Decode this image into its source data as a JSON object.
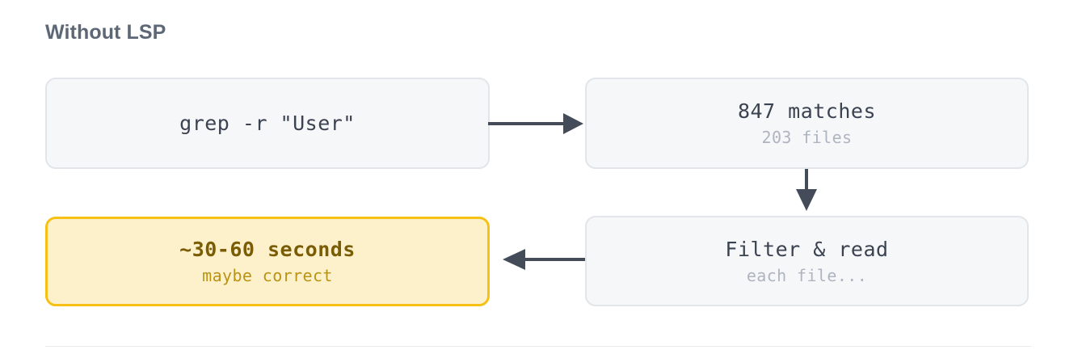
{
  "section": {
    "title": "Without LSP",
    "title_color": "#5d6776"
  },
  "colors": {
    "neutral_fill": "#f6f7f9",
    "neutral_border": "#e2e5ea",
    "neutral_text": "#3b4251",
    "neutral_subtext": "#aeb5c0",
    "highlight_fill": "#fdf1cc",
    "highlight_border": "#f7c015",
    "highlight_text": "#7a5c05",
    "highlight_subtext": "#b99314",
    "arrow": "#444b59",
    "divider": "#e8eaed"
  },
  "flow": {
    "nodes": [
      {
        "id": "grep",
        "title": "grep -r \"User\"",
        "sub": "",
        "variant": "neutral"
      },
      {
        "id": "matches",
        "title": "847 matches",
        "sub": "203 files",
        "variant": "neutral"
      },
      {
        "id": "filter",
        "title": "Filter & read",
        "sub": "each file...",
        "variant": "neutral"
      },
      {
        "id": "duration",
        "title": "~30-60 seconds",
        "sub": "maybe correct",
        "variant": "highlight"
      }
    ],
    "arrows": [
      {
        "id": "grep-to-matches",
        "direction": "right",
        "from": "grep",
        "to": "matches"
      },
      {
        "id": "matches-to-filter",
        "direction": "down",
        "from": "matches",
        "to": "filter"
      },
      {
        "id": "filter-to-duration",
        "direction": "left",
        "from": "filter",
        "to": "duration"
      }
    ]
  }
}
